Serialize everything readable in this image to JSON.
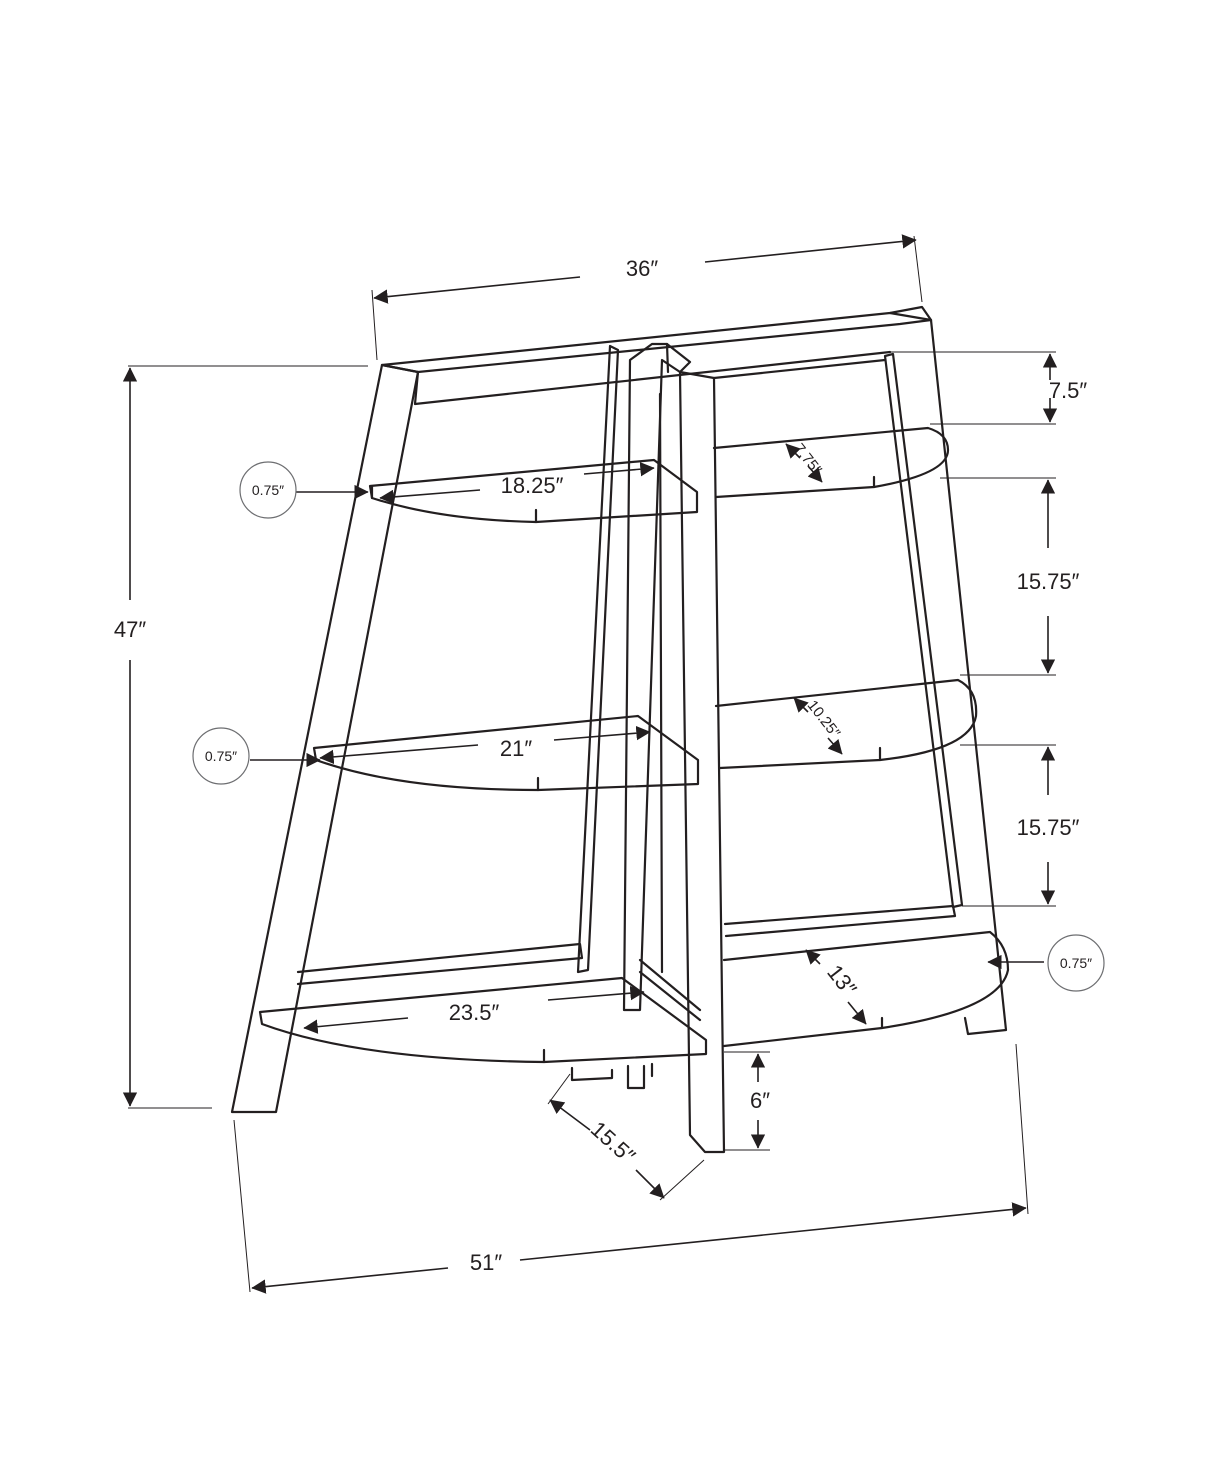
{
  "colors": {
    "line": "#231f20",
    "callout": "#6d6e71",
    "background": "#ffffff"
  },
  "dimensions": {
    "overall_width": "36″",
    "overall_height": "47″",
    "base_width": "51″",
    "top_gap": "7.5″",
    "upper_spacing": "15.75″",
    "lower_spacing": "15.75″",
    "top_shelf_left_width": "18.25″",
    "top_shelf_right_depth": "7.75″",
    "middle_shelf_left_width": "21″",
    "middle_shelf_right_depth": "10.25″",
    "bottom_shelf_left_width": "23.5″",
    "bottom_shelf_right_depth": "13″",
    "base_depth": "15.5″",
    "leg_clearance": "6″"
  },
  "callouts": {
    "top_shelf_thickness": "0.75″",
    "middle_shelf_thickness": "0.75″",
    "bottom_shelf_thickness": "0.75″"
  }
}
